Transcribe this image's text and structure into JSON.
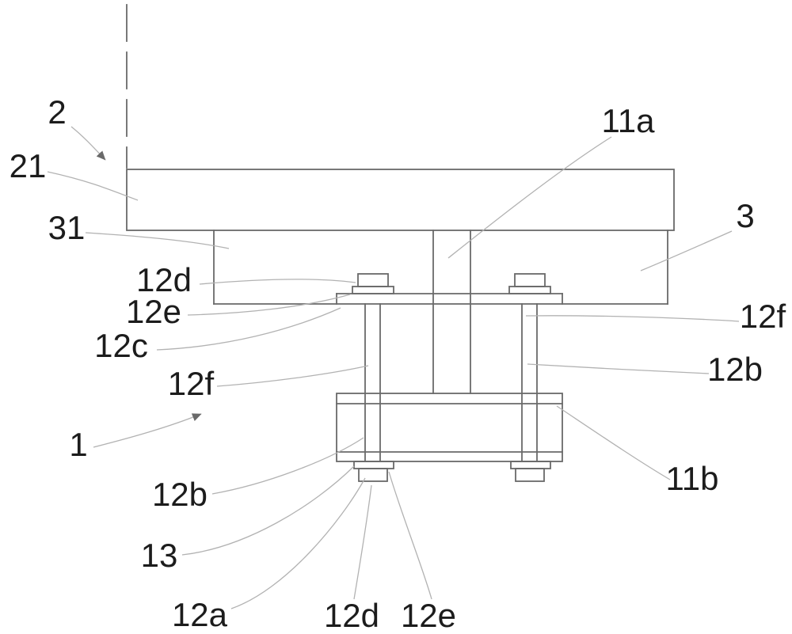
{
  "figure": {
    "colors": {
      "line": "#6a6a6a",
      "leader": "#b2b2b2",
      "label": "#1c1c1c",
      "background": "#ffffff"
    },
    "labels": [
      {
        "text": "2"
      },
      {
        "text": "21"
      },
      {
        "text": "31"
      },
      {
        "text": "12d"
      },
      {
        "text": "12e"
      },
      {
        "text": "12c"
      },
      {
        "text": "12f"
      },
      {
        "text": "1"
      },
      {
        "text": "12b"
      },
      {
        "text": "13"
      },
      {
        "text": "12a"
      },
      {
        "text": "12d"
      },
      {
        "text": "12e"
      },
      {
        "text": "11a"
      },
      {
        "text": "3"
      },
      {
        "text": "12f"
      },
      {
        "text": "12b"
      },
      {
        "text": "11b"
      }
    ]
  }
}
